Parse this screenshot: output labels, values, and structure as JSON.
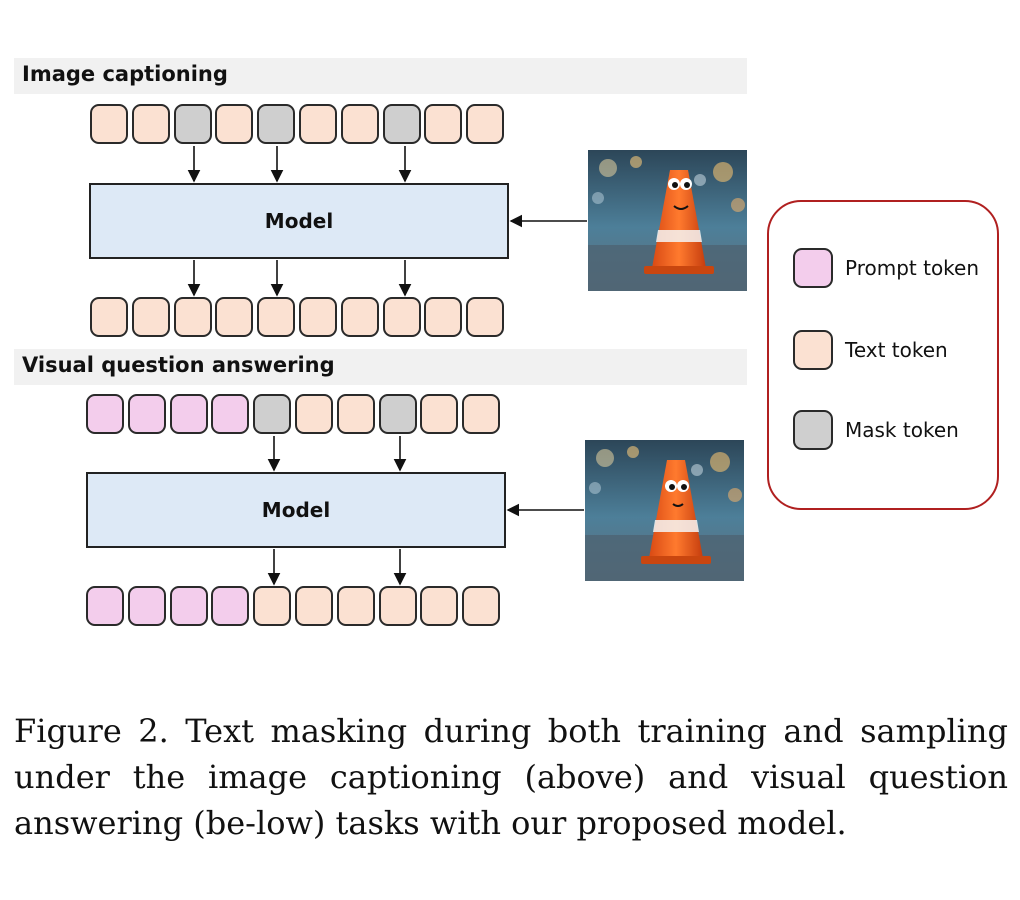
{
  "sections": {
    "captioning_title": "Image captioning",
    "vqa_title": "Visual question answering"
  },
  "model_label": "Model",
  "captioning": {
    "input_tokens": [
      "text",
      "text",
      "mask",
      "text",
      "mask",
      "text",
      "text",
      "mask",
      "text",
      "text"
    ],
    "output_tokens": [
      "text",
      "text",
      "text",
      "text",
      "text",
      "text",
      "text",
      "text",
      "text",
      "text"
    ]
  },
  "vqa": {
    "input_tokens": [
      "prompt",
      "prompt",
      "prompt",
      "prompt",
      "mask",
      "text",
      "text",
      "mask",
      "text",
      "text"
    ],
    "output_tokens": [
      "prompt",
      "prompt",
      "prompt",
      "prompt",
      "text",
      "text",
      "text",
      "text",
      "text",
      "text"
    ]
  },
  "legend": {
    "prompt_label": "Prompt token",
    "text_label": "Text token",
    "mask_label": "Mask token"
  },
  "colors": {
    "prompt": "#f3cdec",
    "text": "#fbe1d2",
    "mask": "#cfcfcf",
    "model": "#dde9f6",
    "legend_border": "#b02020"
  },
  "caption": "Figure 2. Text masking during both training and sampling under the image captioning (above) and visual question answering (be-low) tasks with our proposed model."
}
